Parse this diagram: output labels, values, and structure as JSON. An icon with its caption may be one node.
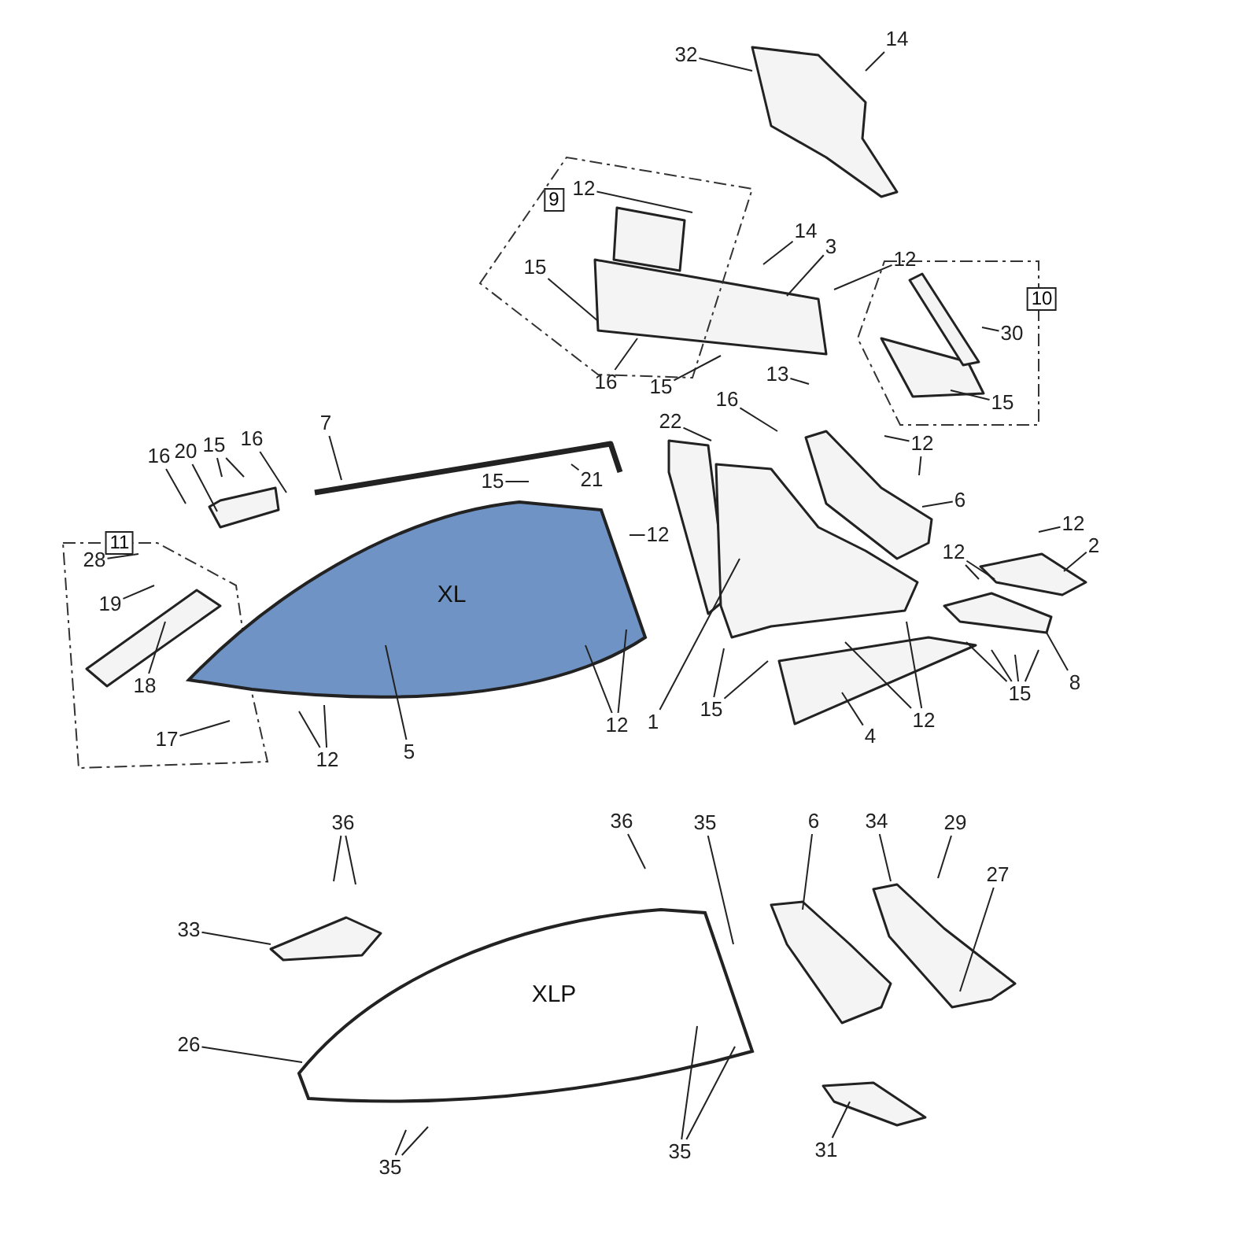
{
  "diagram": {
    "nodes": [
      {
        "text": [
          "9"
        ]
      },
      {
        "text": [
          "10"
        ]
      },
      {
        "text": [
          "11"
        ]
      },
      {
        "text": [
          "XL"
        ]
      },
      {
        "text": [
          "XLP"
        ]
      },
      {
        "text": [
          "32"
        ]
      },
      {
        "text": [
          "14"
        ]
      },
      {
        "text": [
          "12"
        ],
        "in": 0
      },
      {
        "text": [
          "14"
        ]
      },
      {
        "text": [
          "3"
        ]
      },
      {
        "text": [
          "12"
        ]
      },
      {
        "text": [
          "15"
        ],
        "in": 0
      },
      {
        "text": [
          "16"
        ]
      },
      {
        "text": [
          "15"
        ]
      },
      {
        "text": [
          "30"
        ],
        "in": 1
      },
      {
        "text": [
          "15"
        ],
        "in": 1
      },
      {
        "text": [
          "13"
        ]
      },
      {
        "text": [
          "16"
        ]
      },
      {
        "text": [
          "22"
        ]
      },
      {
        "text": [
          "12"
        ]
      },
      {
        "text": [
          "6"
        ]
      },
      {
        "text": [
          "7"
        ]
      },
      {
        "text": [
          "16"
        ]
      },
      {
        "text": [
          "20"
        ]
      },
      {
        "text": [
          "15"
        ]
      },
      {
        "text": [
          "16"
        ]
      },
      {
        "text": [
          "15"
        ]
      },
      {
        "text": [
          "21"
        ]
      },
      {
        "text": [
          "12"
        ]
      },
      {
        "text": [
          "28"
        ],
        "in": 2
      },
      {
        "text": [
          "19"
        ],
        "in": 2
      },
      {
        "text": [
          "18"
        ],
        "in": 2
      },
      {
        "text": [
          "17"
        ],
        "in": 2
      },
      {
        "text": [
          "12"
        ]
      },
      {
        "text": [
          "5"
        ]
      },
      {
        "text": [
          "12"
        ]
      },
      {
        "text": [
          "1"
        ]
      },
      {
        "text": [
          "15"
        ]
      },
      {
        "text": [
          "12"
        ]
      },
      {
        "text": [
          "4"
        ]
      },
      {
        "text": [
          "12"
        ]
      },
      {
        "text": [
          "2"
        ]
      },
      {
        "text": [
          "12"
        ]
      },
      {
        "text": [
          "8"
        ]
      },
      {
        "text": [
          "15"
        ]
      },
      {
        "text": [
          "36"
        ]
      },
      {
        "text": [
          "36"
        ]
      },
      {
        "text": [
          "35"
        ]
      },
      {
        "text": [
          "6"
        ]
      },
      {
        "text": [
          "34"
        ]
      },
      {
        "text": [
          "29"
        ]
      },
      {
        "text": [
          "27"
        ]
      },
      {
        "text": [
          "33"
        ]
      },
      {
        "text": [
          "26"
        ]
      },
      {
        "text": [
          "35"
        ]
      },
      {
        "text": [
          "35"
        ]
      },
      {
        "text": [
          "31"
        ]
      }
    ],
    "edges": [
      {
        "from": 5,
        "to": null,
        "arrow": "none"
      },
      {
        "from": 6,
        "to": null,
        "arrow": "none"
      },
      {
        "from": 7,
        "to": null,
        "arrow": "none"
      },
      {
        "from": 8,
        "to": null,
        "arrow": "none"
      },
      {
        "from": 9,
        "to": null,
        "arrow": "none"
      },
      {
        "from": 10,
        "to": null,
        "arrow": "none"
      },
      {
        "from": 11,
        "to": null,
        "arrow": "none"
      },
      {
        "from": 12,
        "to": null,
        "arrow": "none"
      },
      {
        "from": 13,
        "to": null,
        "arrow": "none"
      },
      {
        "from": 14,
        "to": null,
        "arrow": "none"
      },
      {
        "from": 15,
        "to": null,
        "arrow": "none"
      },
      {
        "from": 16,
        "to": null,
        "arrow": "none"
      },
      {
        "from": 17,
        "to": null,
        "arrow": "none"
      },
      {
        "from": 18,
        "to": null,
        "arrow": "none"
      },
      {
        "from": 19,
        "to": null,
        "arrow": "none"
      },
      {
        "from": 19,
        "to": null,
        "arrow": "none"
      },
      {
        "from": 20,
        "to": null,
        "arrow": "none"
      },
      {
        "from": 21,
        "to": null,
        "arrow": "none"
      },
      {
        "from": 22,
        "to": null,
        "arrow": "none"
      },
      {
        "from": 23,
        "to": null,
        "arrow": "none"
      },
      {
        "from": 24,
        "to": null,
        "arrow": "none"
      },
      {
        "from": 24,
        "to": null,
        "arrow": "none"
      },
      {
        "from": 25,
        "to": null,
        "arrow": "none"
      },
      {
        "from": 26,
        "to": null,
        "arrow": "none"
      },
      {
        "from": 27,
        "to": null,
        "arrow": "none"
      },
      {
        "from": 28,
        "to": 3,
        "arrow": "none"
      },
      {
        "from": 29,
        "to": null,
        "arrow": "none"
      },
      {
        "from": 30,
        "to": null,
        "arrow": "none"
      },
      {
        "from": 31,
        "to": null,
        "arrow": "none"
      },
      {
        "from": 32,
        "to": null,
        "arrow": "none"
      },
      {
        "from": 33,
        "to": 3,
        "arrow": "none"
      },
      {
        "from": 33,
        "to": 3,
        "arrow": "none"
      },
      {
        "from": 34,
        "to": 3,
        "arrow": "none"
      },
      {
        "from": 35,
        "to": 3,
        "arrow": "none"
      },
      {
        "from": 35,
        "to": 3,
        "arrow": "none"
      },
      {
        "from": 36,
        "to": null,
        "arrow": "none"
      },
      {
        "from": 37,
        "to": null,
        "arrow": "none"
      },
      {
        "from": 37,
        "to": null,
        "arrow": "none"
      },
      {
        "from": 38,
        "to": null,
        "arrow": "none"
      },
      {
        "from": 38,
        "to": null,
        "arrow": "none"
      },
      {
        "from": 39,
        "to": null,
        "arrow": "none"
      },
      {
        "from": 40,
        "to": null,
        "arrow": "none"
      },
      {
        "from": 41,
        "to": null,
        "arrow": "none"
      },
      {
        "from": 42,
        "to": null,
        "arrow": "none"
      },
      {
        "from": 42,
        "to": null,
        "arrow": "none"
      },
      {
        "from": 43,
        "to": null,
        "arrow": "none"
      },
      {
        "from": 44,
        "to": null,
        "arrow": "none"
      },
      {
        "from": 44,
        "to": null,
        "arrow": "none"
      },
      {
        "from": 44,
        "to": null,
        "arrow": "none"
      },
      {
        "from": 44,
        "to": null,
        "arrow": "none"
      },
      {
        "from": 45,
        "to": null,
        "arrow": "none"
      },
      {
        "from": 45,
        "to": null,
        "arrow": "none"
      },
      {
        "from": 46,
        "to": null,
        "arrow": "none"
      },
      {
        "from": 47,
        "to": 4,
        "arrow": "none"
      },
      {
        "from": 48,
        "to": null,
        "arrow": "none"
      },
      {
        "from": 49,
        "to": null,
        "arrow": "none"
      },
      {
        "from": 50,
        "to": null,
        "arrow": "none"
      },
      {
        "from": 51,
        "to": null,
        "arrow": "none"
      },
      {
        "from": 52,
        "to": null,
        "arrow": "none"
      },
      {
        "from": 53,
        "to": 4,
        "arrow": "none"
      },
      {
        "from": 54,
        "to": null,
        "arrow": "none"
      },
      {
        "from": 54,
        "to": null,
        "arrow": "none"
      },
      {
        "from": 55,
        "to": 4,
        "arrow": "none"
      },
      {
        "from": 55,
        "to": 4,
        "arrow": "none"
      },
      {
        "from": 56,
        "to": null,
        "arrow": "none"
      }
    ]
  }
}
